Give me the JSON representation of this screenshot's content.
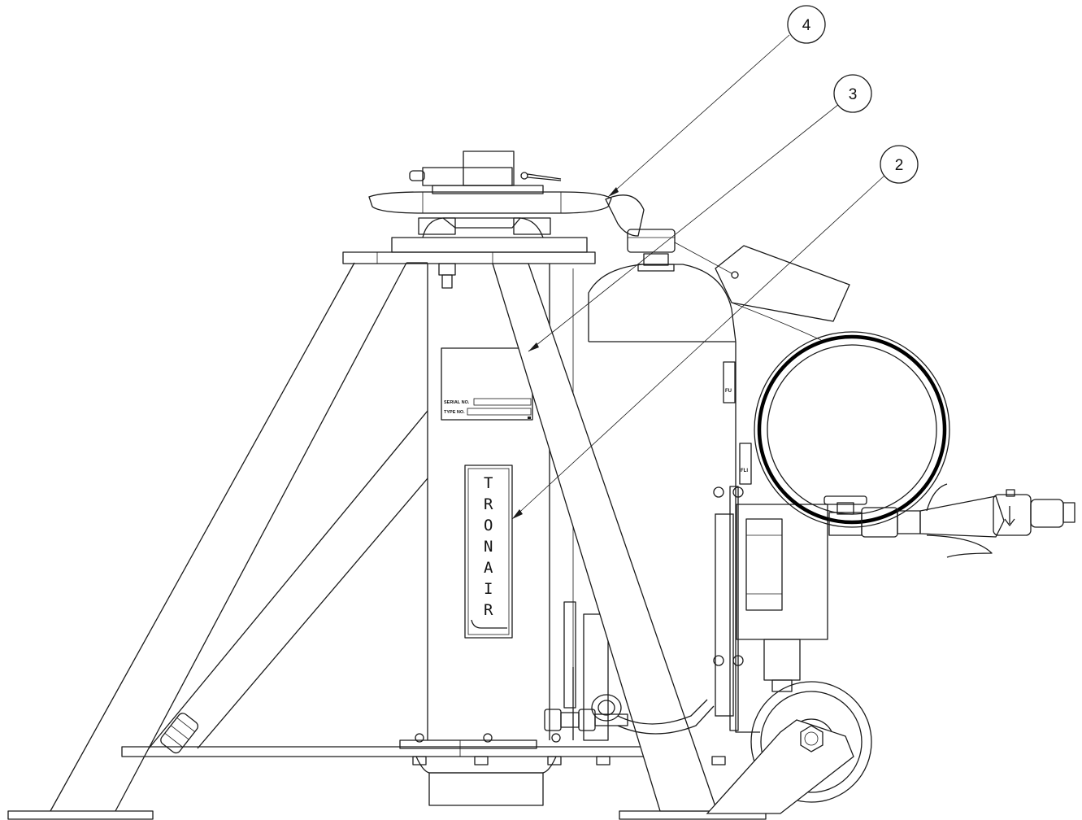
{
  "callouts": [
    {
      "id": "c4",
      "label": "4"
    },
    {
      "id": "c3",
      "label": "3"
    },
    {
      "id": "c2",
      "label": "2"
    }
  ],
  "data_plate": {
    "serial_label": "SERIAL NO.",
    "type_label": "TYPE NO."
  },
  "brand": {
    "letters": [
      "T",
      "R",
      "O",
      "N",
      "A",
      "I",
      "R"
    ]
  },
  "side_labels": [
    "FU",
    "FLI"
  ]
}
